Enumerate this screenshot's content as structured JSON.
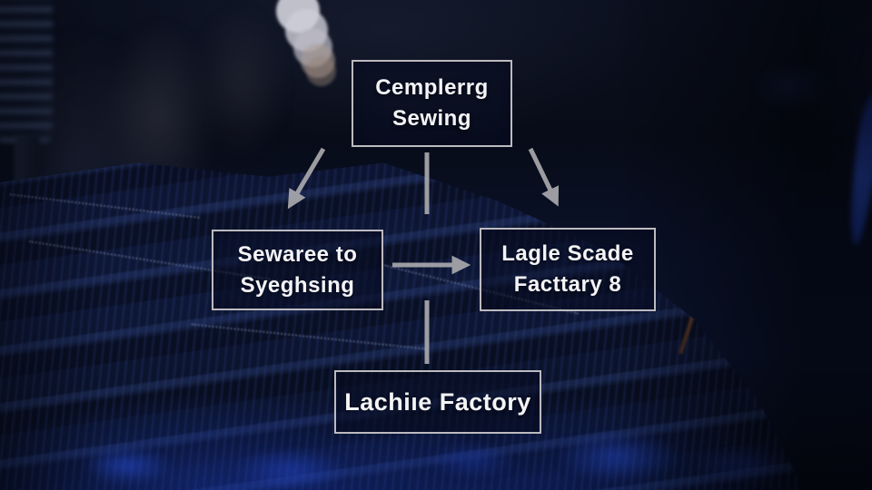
{
  "slide": {
    "diagram": {
      "nodes": {
        "top": {
          "line1": "Cemplerrg",
          "line2": "Sewing"
        },
        "left": {
          "line1": "Sewaree to",
          "line2": "Syeghsing"
        },
        "right": {
          "line1": "Lagle Scade",
          "line2": "Facttary 8"
        },
        "bottom": {
          "line1": "Lachiıe Factory"
        }
      },
      "edges": [
        {
          "from": "Cemplerrg Sewing",
          "to": "Sewaree to Syeghsing",
          "style": "arrow"
        },
        {
          "from": "Cemplerrg Sewing",
          "to": "Lagle Scade Facttary 8",
          "style": "arrow"
        },
        {
          "from": "Cemplerrg Sewing",
          "to": "center gap",
          "style": "plain-line"
        },
        {
          "from": "Sewaree to Syeghsing",
          "to": "Lagle Scade Facttary 8",
          "style": "arrow"
        },
        {
          "from": "center gap",
          "to": "Lachiıe Factory",
          "style": "plain-line"
        }
      ],
      "colors": {
        "box_border": "#bdbbc0",
        "connector": "#a9a9ad",
        "text": "#f4f4f6"
      }
    },
    "background": {
      "colors": {
        "base_dark": "#080c18",
        "denim_navy": "#0e1736",
        "denim_glow_blue": "#2446c8",
        "bokeh_light": "#d9d9e0",
        "table_edge_tan": "#8e887a",
        "seam_orange": "#7d4c2c"
      }
    }
  }
}
